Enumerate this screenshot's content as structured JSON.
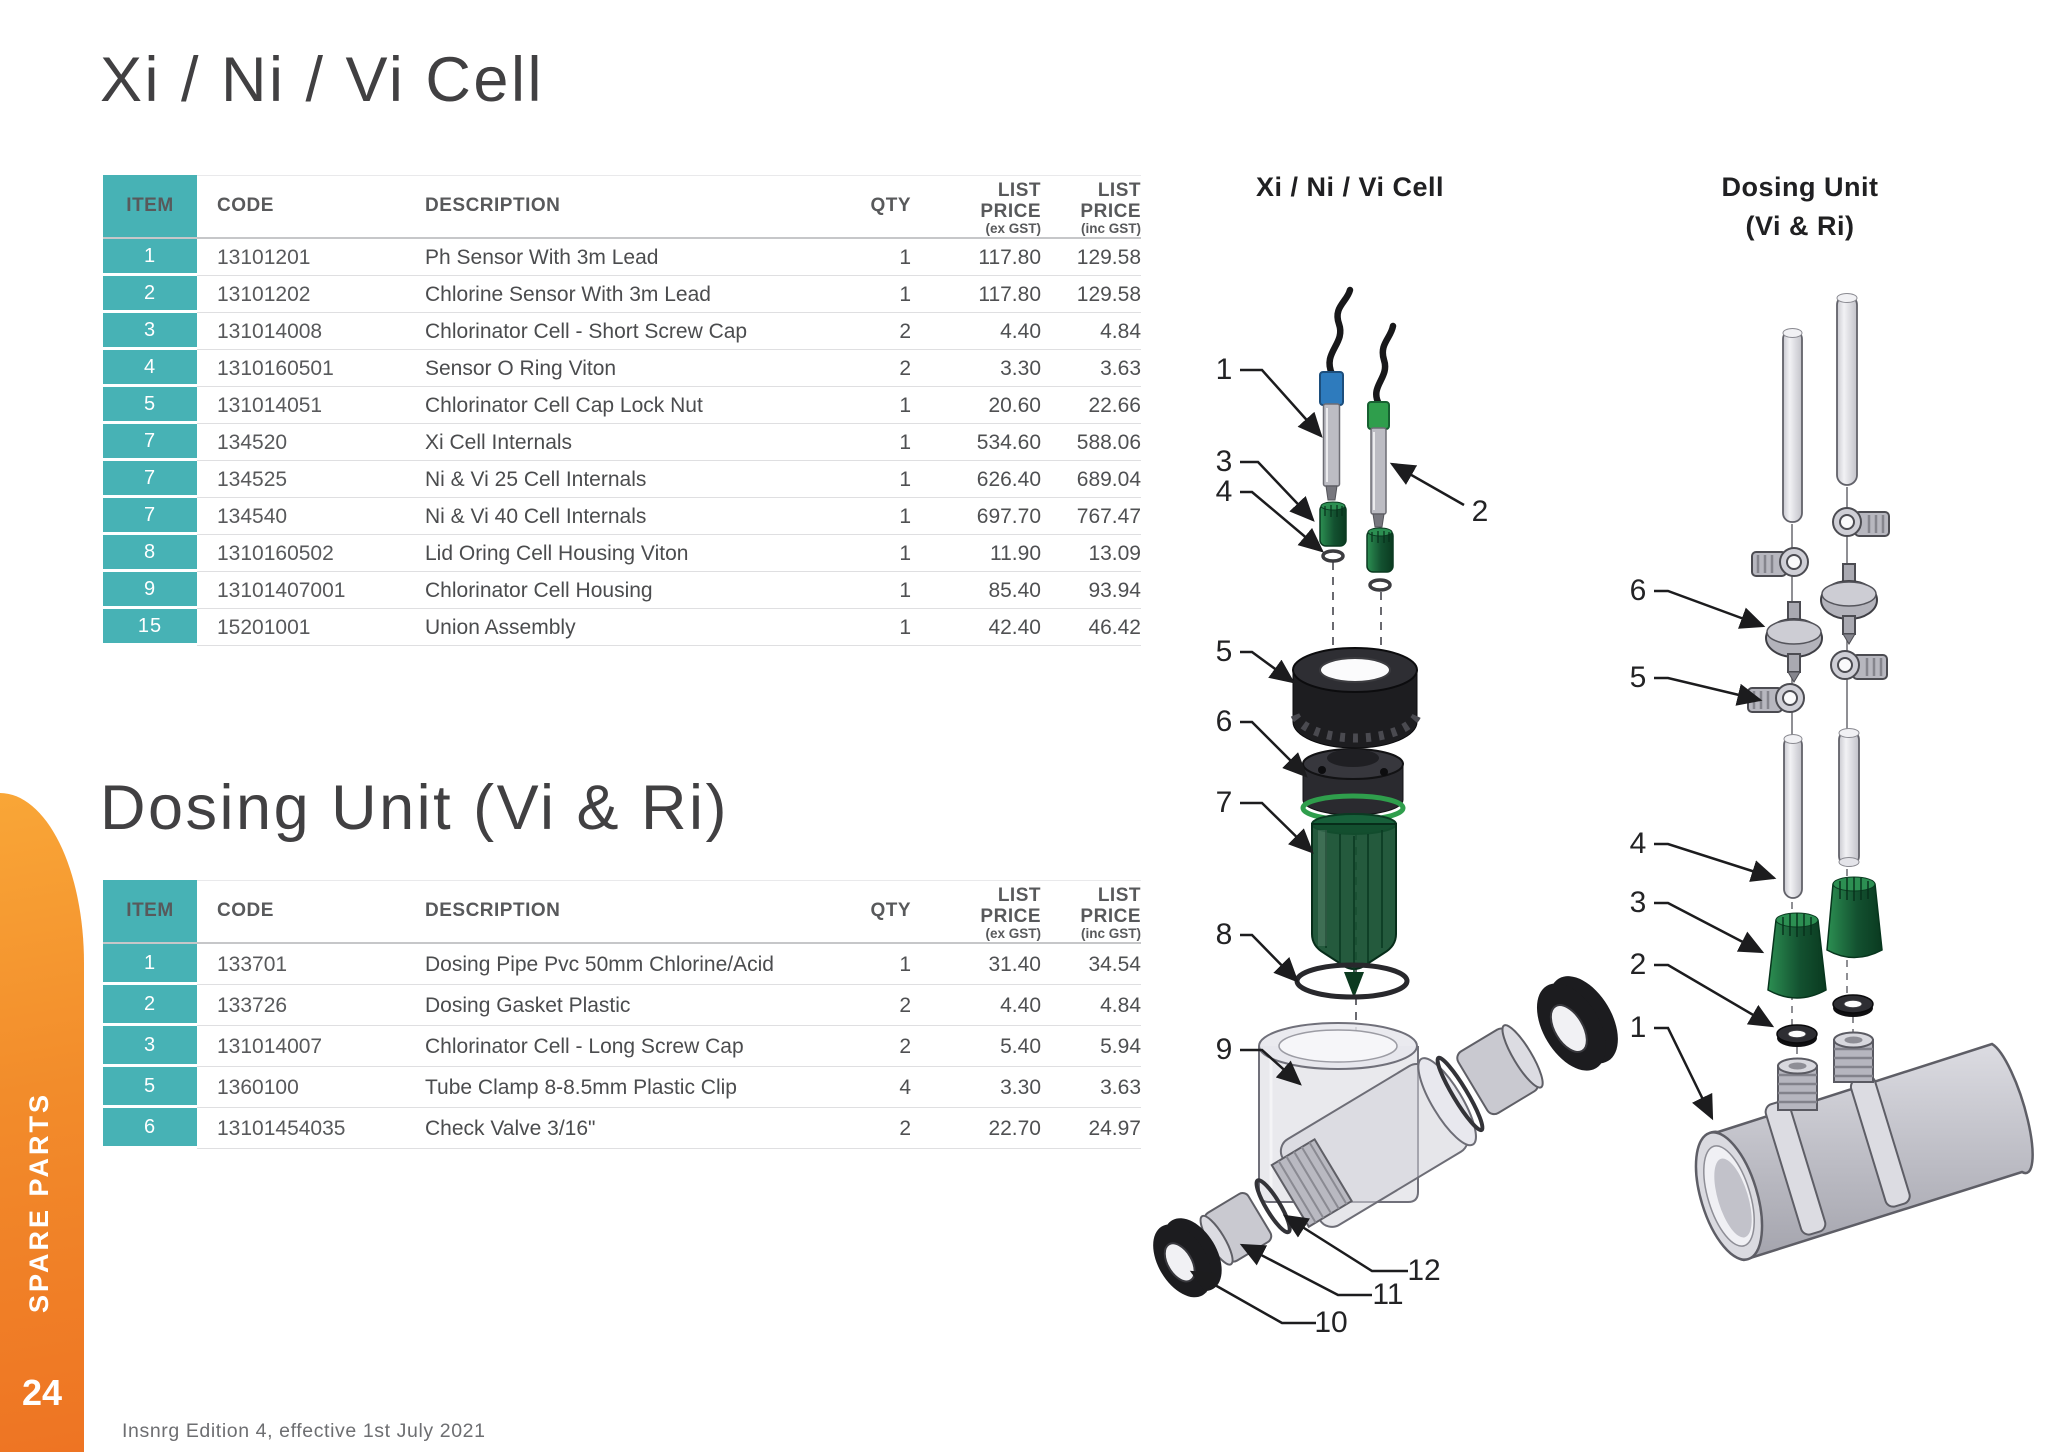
{
  "page": {
    "title_cell": "Xi / Ni / Vi Cell",
    "title_dosing": "Dosing Unit (Vi & Ri)",
    "sidebar_label": "SPARE PARTS",
    "page_number": "24",
    "footer": "Insnrg Edition 4, effective 1st July 2021"
  },
  "table_headers": {
    "item": "ITEM",
    "code": "CODE",
    "description": "DESCRIPTION",
    "qty": "QTY",
    "price_ex_line1": "LIST",
    "price_ex_line2": "PRICE",
    "price_ex_line3": "(ex GST)",
    "price_inc_line1": "LIST",
    "price_inc_line2": "PRICE",
    "price_inc_line3": "(inc GST)"
  },
  "cell_table": {
    "rows": [
      {
        "item": "1",
        "code": "13101201",
        "description": "Ph Sensor With 3m Lead",
        "qty": "1",
        "price_ex": "117.80",
        "price_inc": "129.58"
      },
      {
        "item": "2",
        "code": "13101202",
        "description": "Chlorine Sensor With 3m Lead",
        "qty": "1",
        "price_ex": "117.80",
        "price_inc": "129.58"
      },
      {
        "item": "3",
        "code": "131014008",
        "description": "Chlorinator Cell - Short Screw Cap",
        "qty": "2",
        "price_ex": "4.40",
        "price_inc": "4.84"
      },
      {
        "item": "4",
        "code": "1310160501",
        "description": "Sensor O Ring Viton",
        "qty": "2",
        "price_ex": "3.30",
        "price_inc": "3.63"
      },
      {
        "item": "5",
        "code": "131014051",
        "description": "Chlorinator Cell Cap Lock Nut",
        "qty": "1",
        "price_ex": "20.60",
        "price_inc": "22.66"
      },
      {
        "item": "7",
        "code": "134520",
        "description": "Xi Cell Internals",
        "qty": "1",
        "price_ex": "534.60",
        "price_inc": "588.06"
      },
      {
        "item": "7",
        "code": "134525",
        "description": "Ni & Vi 25 Cell Internals",
        "qty": "1",
        "price_ex": "626.40",
        "price_inc": "689.04"
      },
      {
        "item": "7",
        "code": "134540",
        "description": "Ni & Vi 40 Cell Internals",
        "qty": "1",
        "price_ex": "697.70",
        "price_inc": "767.47"
      },
      {
        "item": "8",
        "code": "1310160502",
        "description": "Lid Oring Cell Housing Viton",
        "qty": "1",
        "price_ex": "11.90",
        "price_inc": "13.09"
      },
      {
        "item": "9",
        "code": "13101407001",
        "description": "Chlorinator Cell Housing",
        "qty": "1",
        "price_ex": "85.40",
        "price_inc": "93.94"
      },
      {
        "item": "15",
        "code": "15201001",
        "description": "Union Assembly",
        "qty": "1",
        "price_ex": "42.40",
        "price_inc": "46.42"
      }
    ]
  },
  "dosing_table": {
    "rows": [
      {
        "item": "1",
        "code": "133701",
        "description": "Dosing Pipe Pvc 50mm Chlorine/Acid",
        "qty": "1",
        "price_ex": "31.40",
        "price_inc": "34.54"
      },
      {
        "item": "2",
        "code": "133726",
        "description": "Dosing Gasket Plastic",
        "qty": "2",
        "price_ex": "4.40",
        "price_inc": "4.84"
      },
      {
        "item": "3",
        "code": "131014007",
        "description": "Chlorinator Cell - Long Screw Cap",
        "qty": "2",
        "price_ex": "5.40",
        "price_inc": "5.94"
      },
      {
        "item": "5",
        "code": "1360100",
        "description": "Tube Clamp 8-8.5mm Plastic Clip",
        "qty": "4",
        "price_ex": "3.30",
        "price_inc": "3.63"
      },
      {
        "item": "6",
        "code": "13101454035",
        "description": "Check Valve 3/16\"",
        "qty": "2",
        "price_ex": "22.70",
        "price_inc": "24.97"
      }
    ]
  },
  "diagram_cell": {
    "title": "Xi / Ni / Vi Cell",
    "labels": [
      "1",
      "3",
      "4",
      "2",
      "5",
      "6",
      "7",
      "8",
      "9",
      "12",
      "11",
      "10"
    ]
  },
  "diagram_dosing": {
    "title_line1": "Dosing Unit",
    "title_line2": "(Vi & Ri)",
    "labels": [
      "6",
      "5",
      "4",
      "3",
      "2",
      "1"
    ]
  },
  "colors": {
    "teal": "#47b2b5",
    "orange_top": "#f9a637",
    "orange_bottom": "#ee7423",
    "header_text": "#58595b",
    "green_part": "#14532f",
    "blue_part": "#2e7bbd"
  }
}
